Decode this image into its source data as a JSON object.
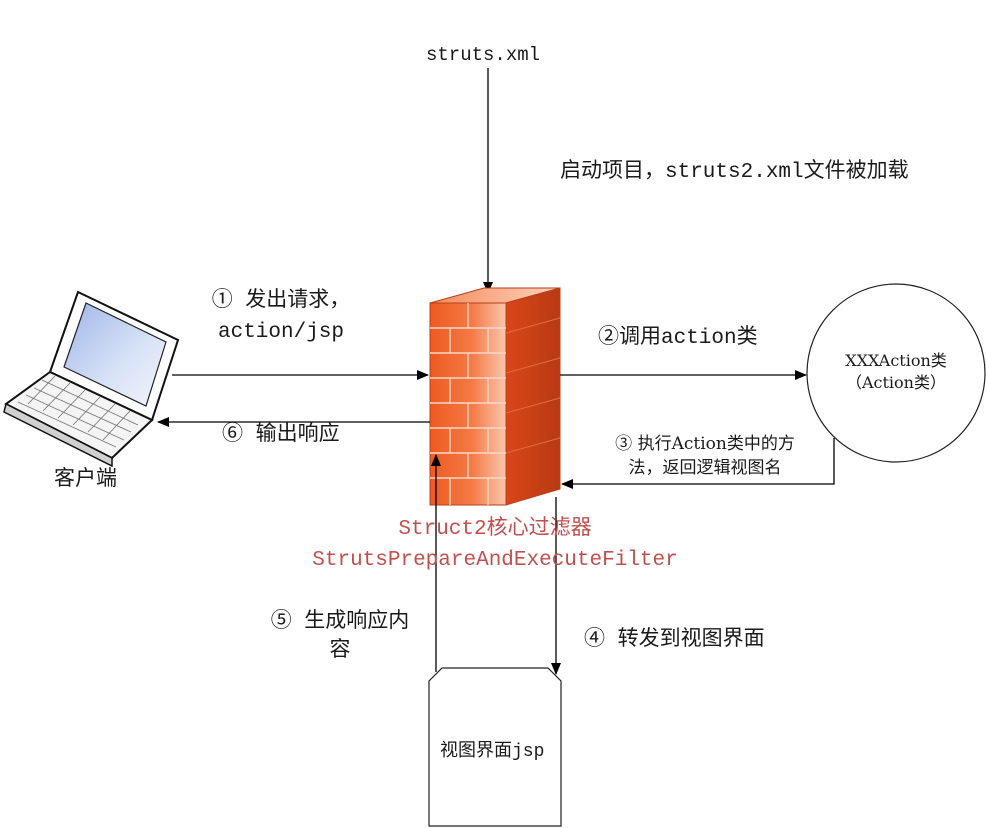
{
  "config_file": "struts.xml",
  "load_note": "启动项目，struts2.xml文件被加载",
  "client_label": "客户端",
  "step1": {
    "line1": "① 发出请求，",
    "line2": "action/jsp"
  },
  "step2": "②调用action类",
  "action_node": {
    "line1": "XXXAction类",
    "line2": "（Action类）"
  },
  "step3": {
    "line1": "③ 执行Action类中的方",
    "line2": "法，返回逻辑视图名"
  },
  "filter": {
    "line1": "Struct2核心过滤器",
    "line2": "StrutsPrepareAndExecuteFilter"
  },
  "step4": "④ 转发到视图界面",
  "step5": {
    "line1": "⑤ 生成响应内",
    "line2": "容"
  },
  "step6": "⑥ 输出响应",
  "view_node": "视图界面jsp",
  "colors": {
    "filter_brick": "#f0602a",
    "filter_text": "#c0504d",
    "line": "#000000"
  }
}
